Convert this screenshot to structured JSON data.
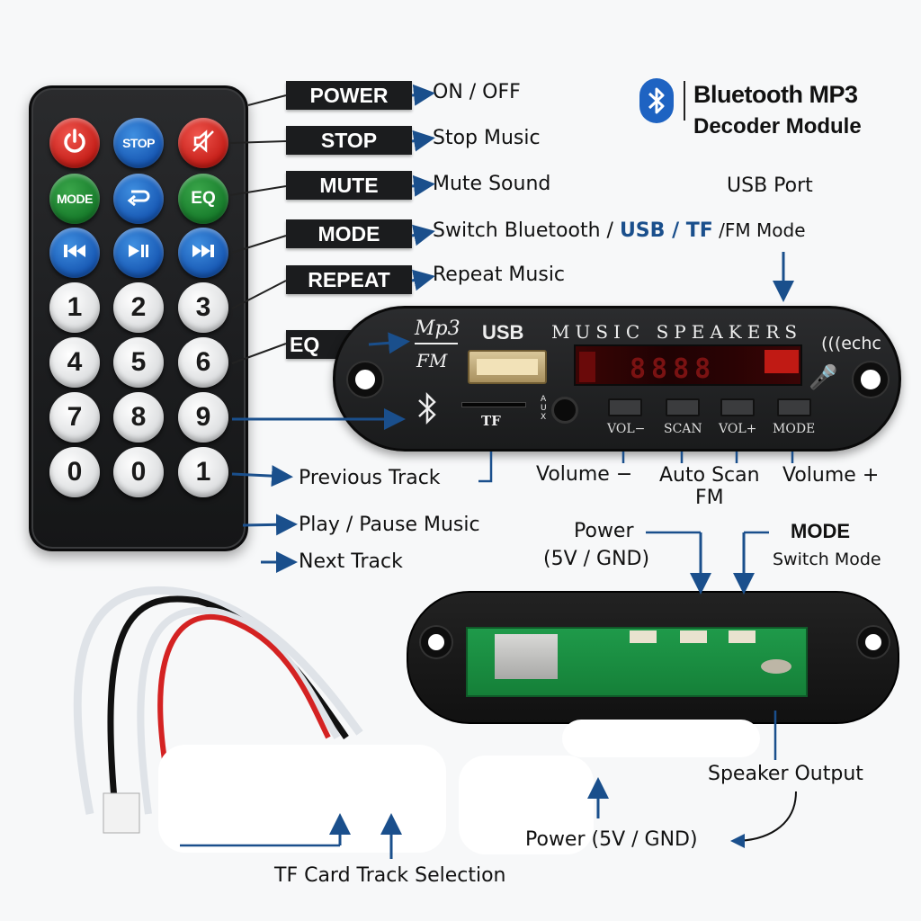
{
  "title": {
    "line1": "Bluetooth MP3",
    "line2": "Decoder Module",
    "icon": "bluetooth-icon"
  },
  "remote": {
    "rows": [
      [
        {
          "label": "",
          "icon": "power-icon",
          "color": "red"
        },
        {
          "label": "STOP",
          "icon": "",
          "color": "blue"
        },
        {
          "label": "",
          "icon": "mute-icon",
          "color": "red"
        }
      ],
      [
        {
          "label": "MODE",
          "icon": "",
          "color": "green"
        },
        {
          "label": "",
          "icon": "repeat-icon",
          "color": "blue"
        },
        {
          "label": "EQ",
          "icon": "",
          "color": "green"
        }
      ],
      [
        {
          "label": "",
          "icon": "previous-track-icon",
          "color": "blue"
        },
        {
          "label": "",
          "icon": "play-pause-icon",
          "color": "blue"
        },
        {
          "label": "",
          "icon": "next-track-icon",
          "color": "blue"
        }
      ],
      [
        {
          "label": "1",
          "color": "white"
        },
        {
          "label": "2",
          "color": "white"
        },
        {
          "label": "3",
          "color": "white"
        }
      ],
      [
        {
          "label": "4",
          "color": "white"
        },
        {
          "label": "5",
          "color": "white"
        },
        {
          "label": "6",
          "color": "white"
        }
      ],
      [
        {
          "label": "7",
          "color": "white"
        },
        {
          "label": "8",
          "color": "white"
        },
        {
          "label": "9",
          "color": "white"
        }
      ],
      [
        {
          "label": "0",
          "color": "white"
        },
        {
          "label": "0",
          "color": "white"
        },
        {
          "label": "1",
          "color": "white"
        }
      ]
    ]
  },
  "callouts": {
    "power": {
      "tag": "POWER",
      "desc": "ON / OFF"
    },
    "stop": {
      "tag": "STOP",
      "desc": "Stop Music"
    },
    "mute": {
      "tag": "MUTE",
      "desc": "Mute Sound"
    },
    "mode": {
      "tag": "MODE",
      "desc_prefix": "Switch Bluetooth / ",
      "desc_usb": "USB",
      "desc_sep": " / ",
      "desc_tf": "TF",
      "desc_suffix": " /FM Mode"
    },
    "repeat": {
      "tag": "REPEAT",
      "desc": "Repeat Music"
    },
    "eq": {
      "tag": "EQ"
    },
    "previous": "Previous Track",
    "play_pause": "Play / Pause Music",
    "next": "Next Track"
  },
  "module_front": {
    "logo_top": "Mp3",
    "logo_bottom": "FM",
    "usb_label": "USB",
    "brand_text": "MUSIC SPEAKERS",
    "echo_text": "(((echc",
    "tf_label": "TF",
    "aux_label": "AUX",
    "display_digits": "8888",
    "keys": [
      "VOL−",
      "SCAN",
      "VOL+",
      "MODE"
    ],
    "usb_port_label": "USB Port"
  },
  "front_annotations": {
    "volume_minus": "Volume −",
    "auto_scan": "Auto Scan",
    "auto_scan_2": "FM",
    "volume_plus": "Volume +"
  },
  "back_annotations": {
    "power": "Power",
    "power_2": "(5V / GND)",
    "mode": "MODE",
    "mode_2": "Switch Mode",
    "speaker_output": "Speaker Output",
    "power_bottom": "Power (5V / GND)",
    "tf_track": "TF Card Track Selection"
  },
  "colors": {
    "accent_blue": "#1a4f8c",
    "bluetooth_blue": "#1e63c2",
    "tag_bg": "#1b1c1e",
    "pcb_green": "#1f9a4a",
    "lcd_red": "#7a1212"
  }
}
